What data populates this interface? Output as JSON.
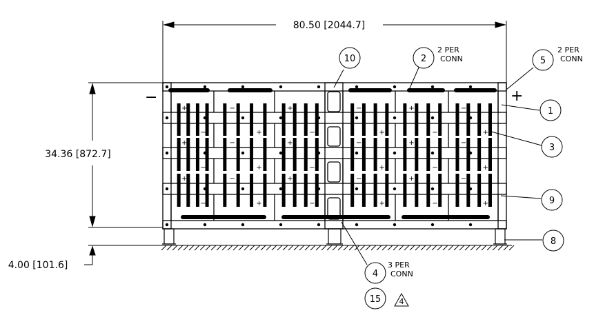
{
  "dimensions": {
    "width": "80.50 [2044.7]",
    "height": "34.36 [872.7]",
    "standoff": "4.00 [101.6]"
  },
  "polarity": {
    "negative": "−",
    "positive": "+"
  },
  "callouts": [
    {
      "id": "10",
      "note": ""
    },
    {
      "id": "2",
      "note": [
        "2 PER",
        "CONN"
      ]
    },
    {
      "id": "5",
      "note": [
        "2 PER",
        "CONN"
      ]
    },
    {
      "id": "1",
      "note": ""
    },
    {
      "id": "3",
      "note": ""
    },
    {
      "id": "9",
      "note": ""
    },
    {
      "id": "8",
      "note": ""
    },
    {
      "id": "4",
      "note": [
        "3 PER",
        "CONN"
      ]
    },
    {
      "id": "15",
      "note": ""
    }
  ],
  "revision_flag": "4",
  "colors": {
    "line": "#000000",
    "background": "#ffffff"
  }
}
